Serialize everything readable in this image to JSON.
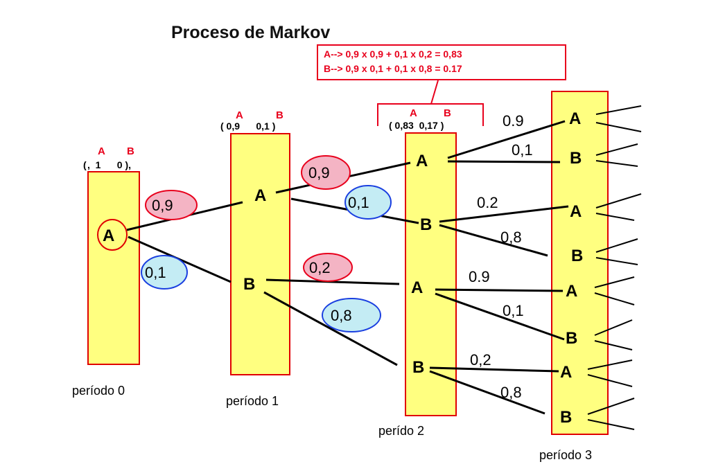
{
  "title": "Proceso de Markov",
  "formula": {
    "line_a": "A--> 0,9 x 0,9 + 0,1 x 0,2 = 0,83",
    "line_b": "B--> 0,9 x 0,1 + 0,1 x 0,8  = 0.17"
  },
  "headers": {
    "p0": {
      "label_a": "A",
      "label_b": "B",
      "values": ",  1      0 ),",
      "open": "("
    },
    "p1": {
      "label_a": "A",
      "label_b": "B",
      "values": "( 0,9      0,1 )"
    },
    "p2": {
      "label_a": "A",
      "label_b": "B",
      "values": "( 0,83  0,17 )"
    }
  },
  "periods": {
    "p0": "período 0",
    "p1": "período 1",
    "p2": "perído 2",
    "p3": "período 3"
  },
  "nodes": {
    "p0_a": "A",
    "p1_a": "A",
    "p1_b": "B",
    "p2_a1": "A",
    "p2_b1": "B",
    "p2_a2": "A",
    "p2_b2": "B",
    "p3": [
      "A",
      "B",
      "A",
      "B",
      "A",
      "B",
      "A",
      "B"
    ]
  },
  "probs": {
    "p0_to_a": "0,9",
    "p0_to_b": "0,1",
    "p1a_to_a": "0,9",
    "p1a_to_b": "0,1",
    "p1b_to_a": "0,2",
    "p1b_to_b": "0,8",
    "p2a1_to_a": "0.9",
    "p2a1_to_b": "0,1",
    "p2b1_to_a": "0.2",
    "p2b1_to_b": "0,8",
    "p2a2_to_a": "0.9",
    "p2a2_to_b": "0,1",
    "p2b2_to_a": "0,2",
    "p2b2_to_b": "0,8"
  },
  "colors": {
    "column_fill": "#ffff80",
    "column_border": "#e00000",
    "accent_red": "#e8001c",
    "bubble_pink": "#f4b4c4",
    "bubble_blue": "#c4ecf4"
  }
}
